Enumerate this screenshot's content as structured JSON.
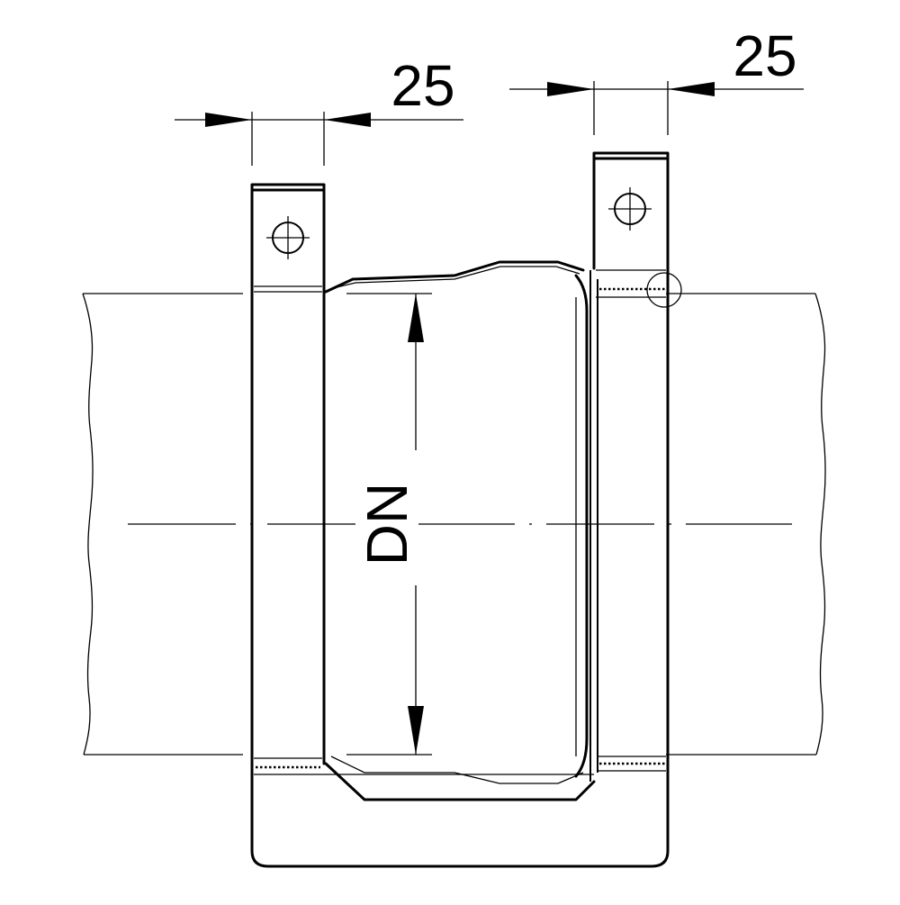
{
  "dimensions": {
    "left_width": "25",
    "right_width": "25",
    "diameter_label": "DN"
  },
  "colors": {
    "line": "#000000",
    "background": "#ffffff"
  }
}
